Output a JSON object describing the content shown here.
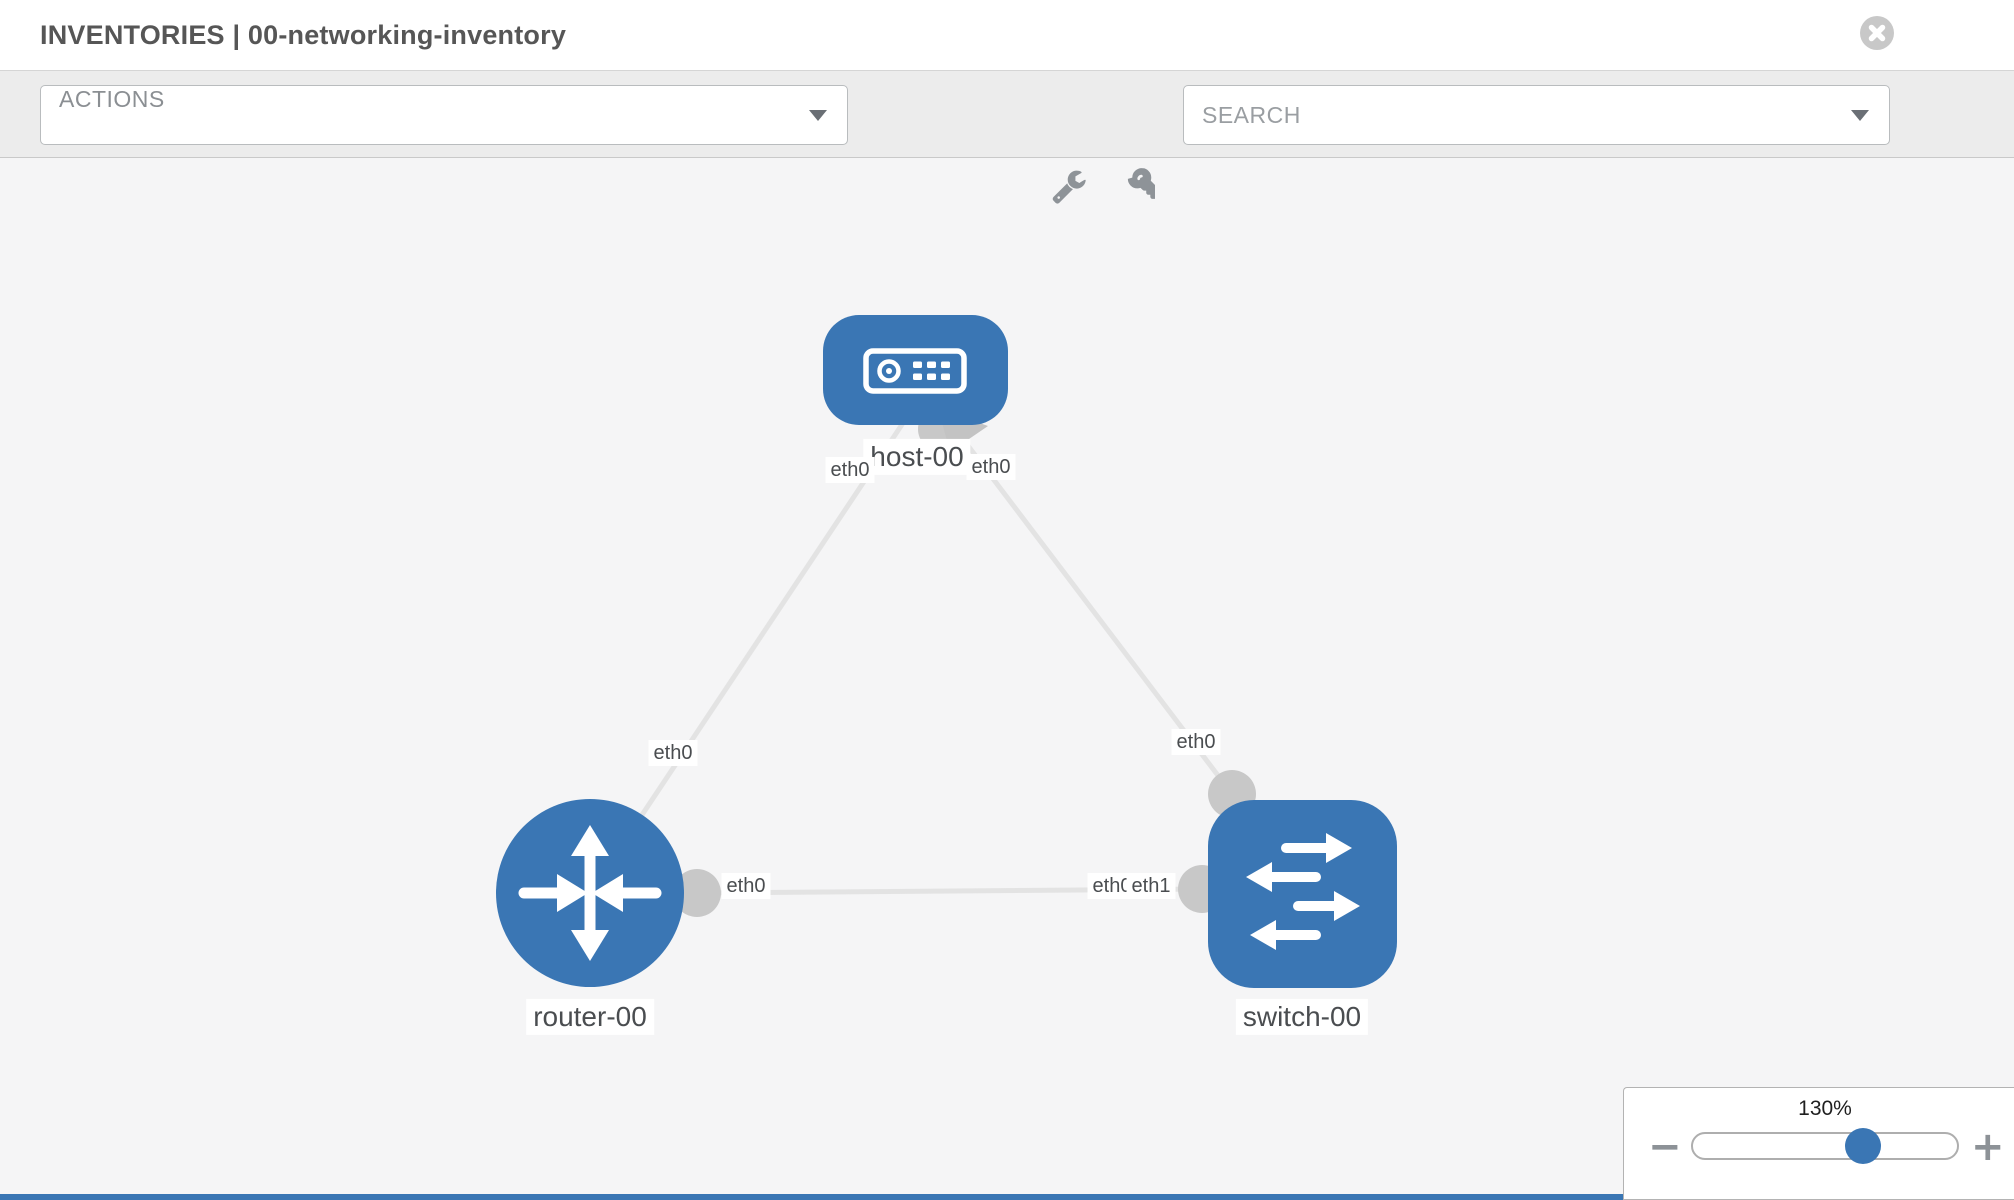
{
  "header": {
    "title": "INVENTORIES | 00-networking-inventory"
  },
  "toolbar": {
    "actions_label": "ACTIONS",
    "search_placeholder": "SEARCH",
    "icons": [
      "wrench-icon",
      "key-icon"
    ]
  },
  "diagram": {
    "nodes": [
      {
        "label": "host-00",
        "type": "host",
        "icon": "server-icon"
      },
      {
        "label": "router-00",
        "type": "router",
        "icon": "router-arrows-icon"
      },
      {
        "label": "switch-00",
        "type": "switch",
        "icon": "exchange-arrows-icon"
      }
    ],
    "edges": [
      {
        "from": "host-00",
        "to": "router-00",
        "from_label": "eth0",
        "to_label": "eth0"
      },
      {
        "from": "host-00",
        "to": "switch-00",
        "from_label": "eth0",
        "to_label": "eth0"
      },
      {
        "from": "router-00",
        "to": "switch-00",
        "from_label": "eth0",
        "to_label": "eth1"
      }
    ],
    "overlapped_label": "eth0"
  },
  "zoom_control": {
    "level": "130%",
    "zoom_out": "−",
    "zoom_in": "+"
  },
  "colors": {
    "node_blue": "#3a76b4",
    "edge_gray": "#e3e3e3",
    "connector_gray": "#c8c8c8",
    "canvas_bg": "#f5f5f6",
    "toolbar_bg": "#ececec",
    "title_gray": "#565656"
  }
}
